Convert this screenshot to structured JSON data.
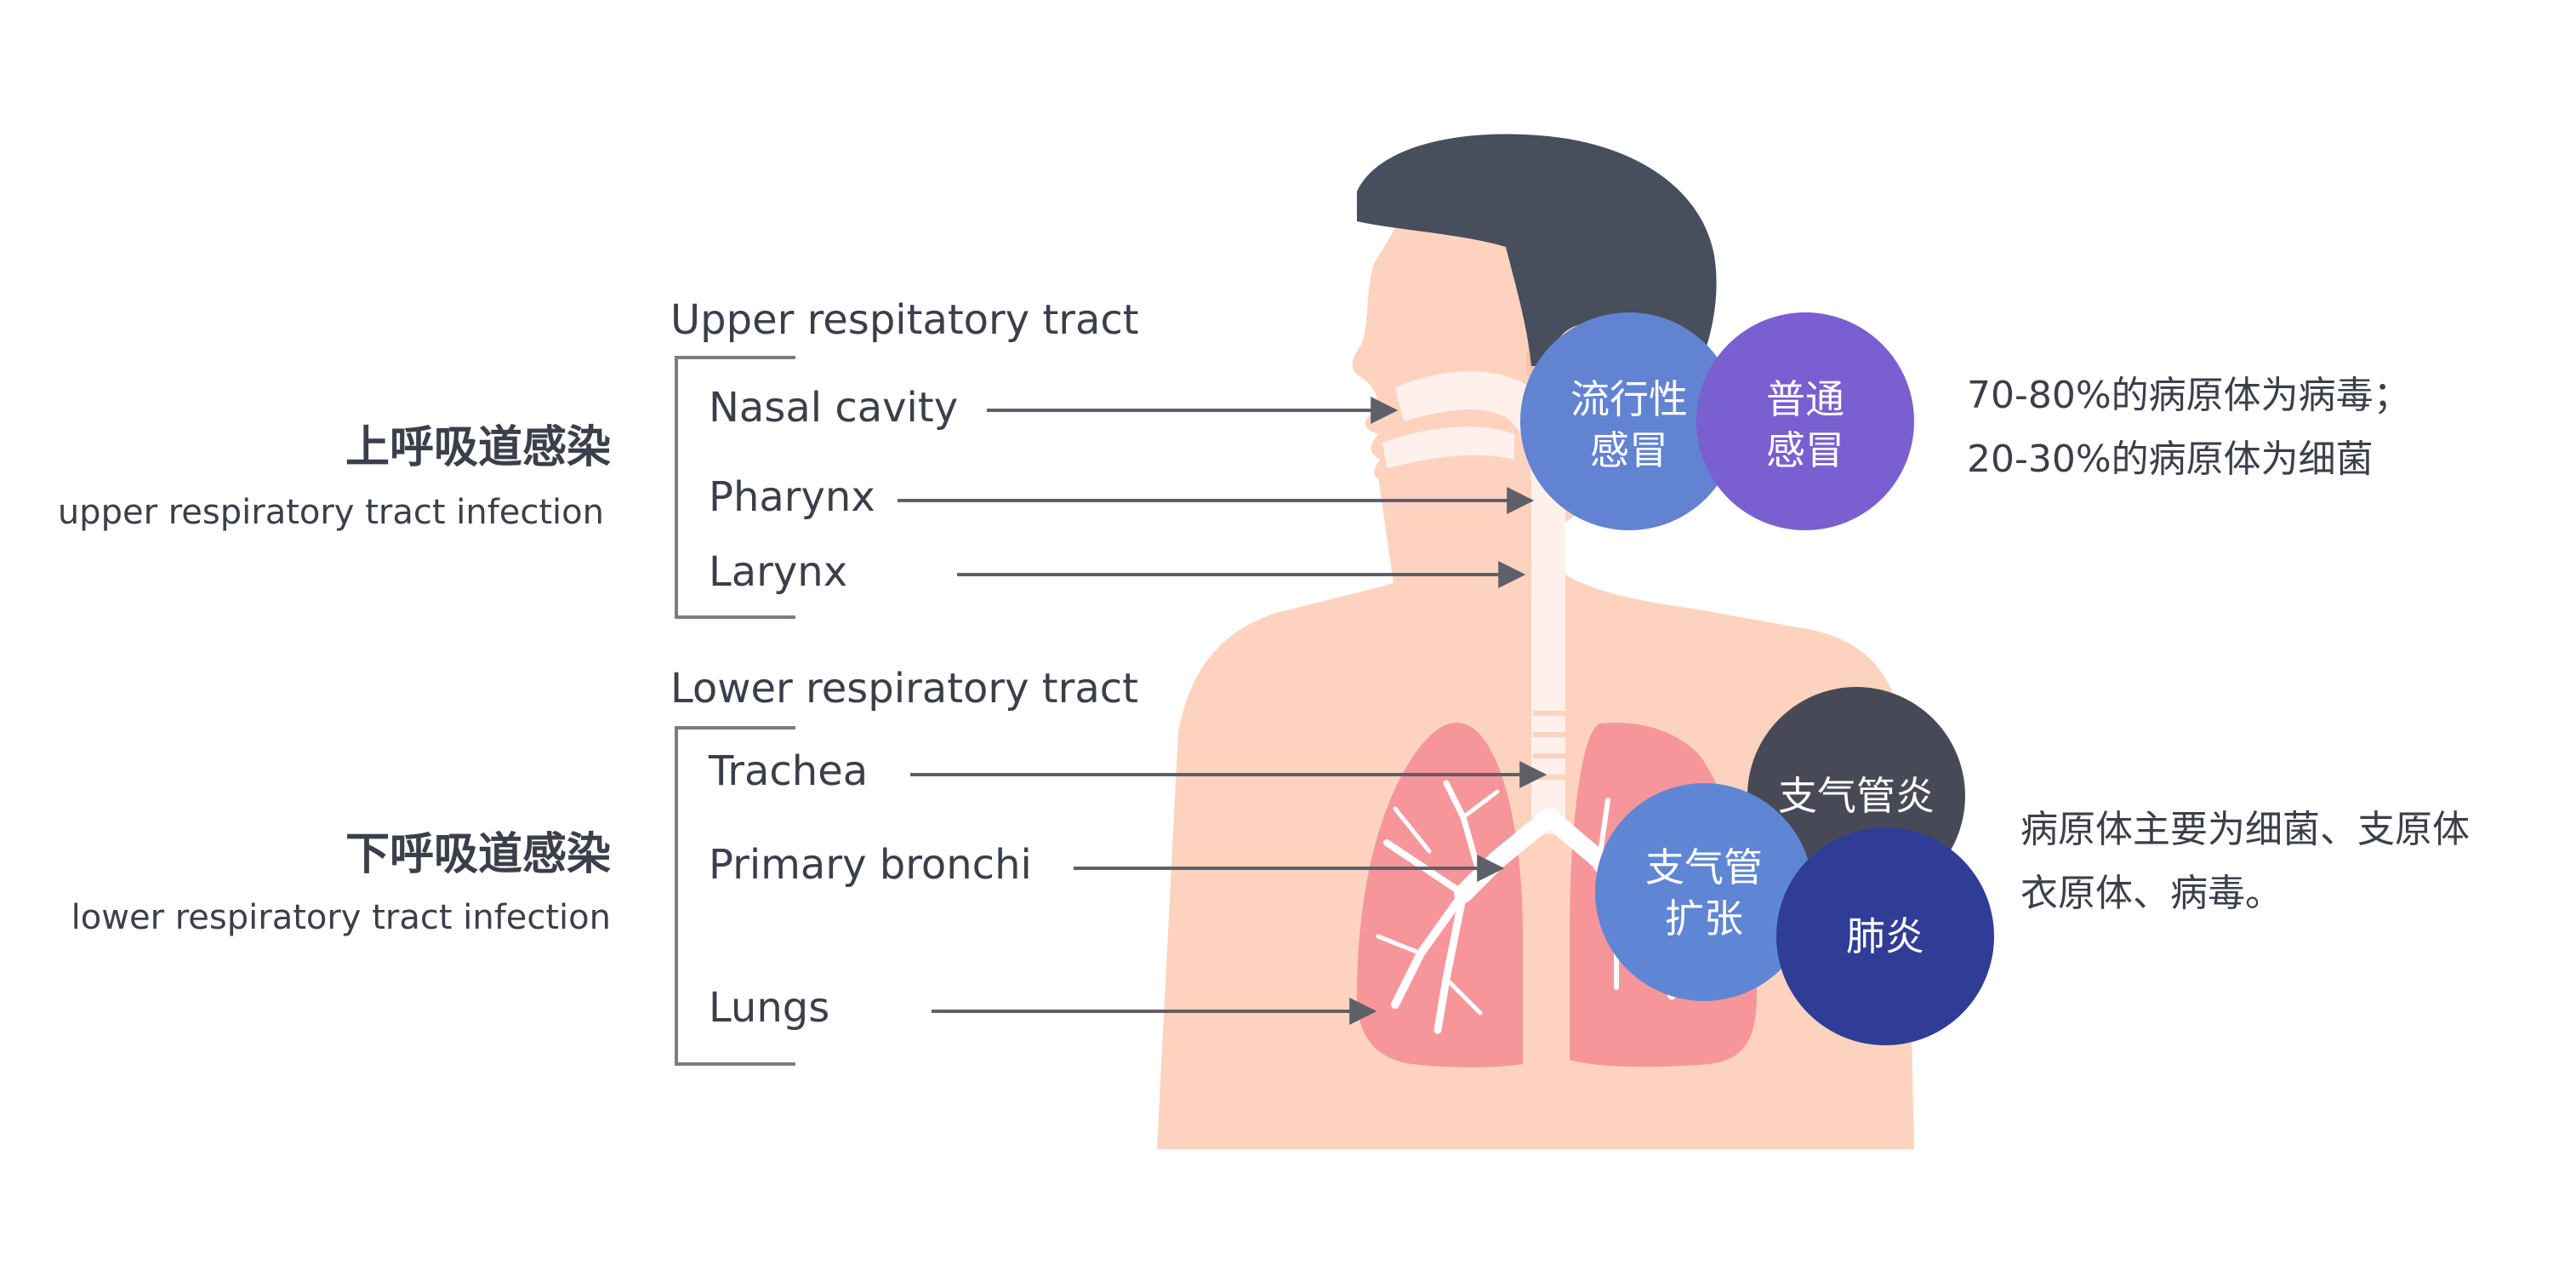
{
  "colors": {
    "skin": "#fdd3bf",
    "hair": "#474e5c",
    "airway": "#fff0ec",
    "lung": "#f6969b",
    "bronchi_white": "#ffffff",
    "text": "#3b3f4a",
    "arrow": "#5e6068",
    "bracket": "#7a7d84",
    "bubble_influenza": "#6183d2",
    "bubble_cold": "#7a5fd1",
    "bubble_bronchitis": "#474a56",
    "bubble_bronchiectasis": "#5f86d4",
    "bubble_pneumonia": "#2f3d96"
  },
  "upper": {
    "title_cn": "上呼吸道感染",
    "title_en": "upper respiratory tract infection",
    "section_label": "Upper respitatory tract",
    "parts": [
      "Nasal cavity",
      "Pharynx",
      "Larynx"
    ],
    "diseases": [
      {
        "line1": "流行性",
        "line2": "感冒"
      },
      {
        "line1": "普通",
        "line2": "感冒"
      }
    ],
    "note_lines": [
      "70-80%的病原体为病毒；",
      "20-30%的病原体为细菌"
    ]
  },
  "lower": {
    "title_cn": "下呼吸道感染",
    "title_en": "lower respiratory tract infection",
    "section_label": "Lower respiratory tract",
    "parts": [
      "Trachea",
      "Primary bronchi",
      "Lungs"
    ],
    "diseases": [
      {
        "line1": "支气管炎",
        "line2": ""
      },
      {
        "line1": "支气管",
        "line2": "扩张"
      },
      {
        "line1": "肺炎",
        "line2": ""
      }
    ],
    "note_lines": [
      "病原体主要为细菌、支原体",
      "衣原体、病毒。"
    ]
  }
}
